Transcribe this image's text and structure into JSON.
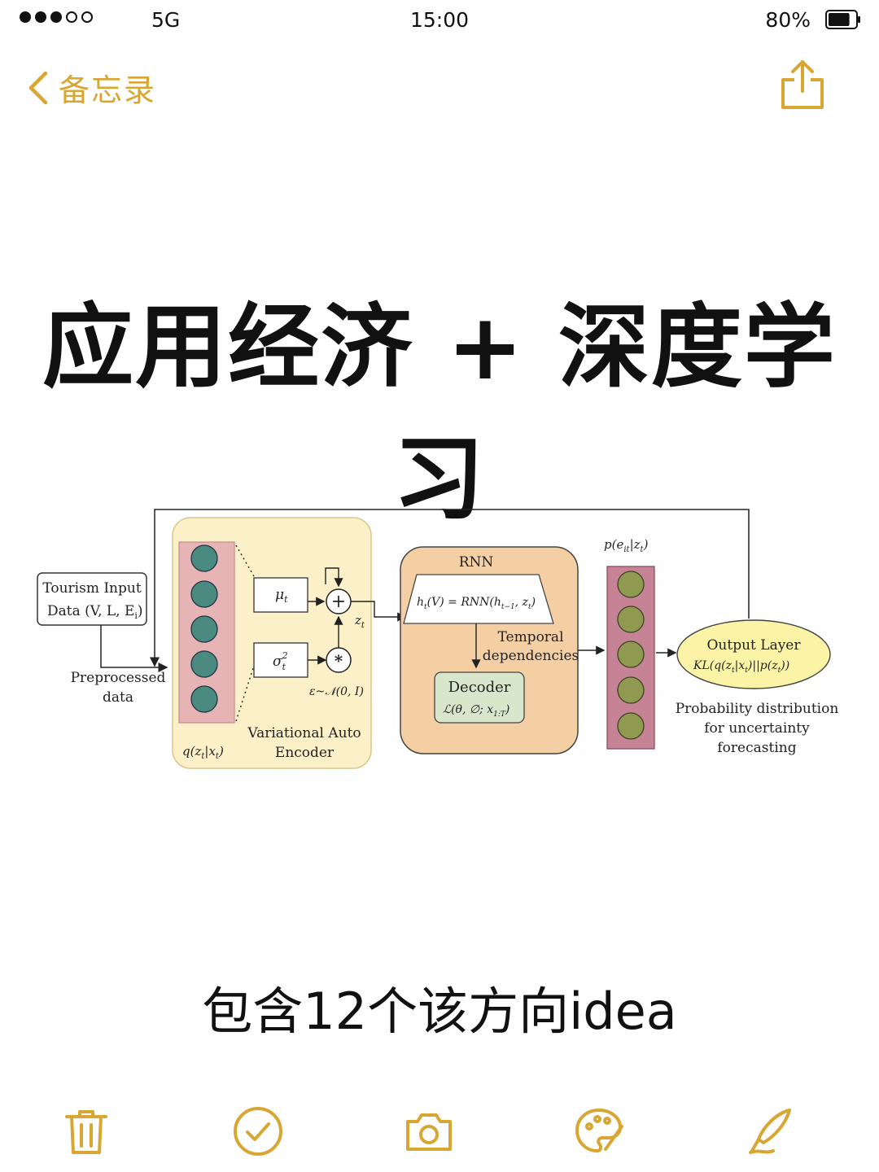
{
  "status_bar": {
    "carrier": "5G",
    "time": "15:00",
    "battery": "80%",
    "battery_level": 0.8,
    "signal_bars_filled": 3,
    "signal_bars_total": 5
  },
  "nav": {
    "back_label": "备忘录",
    "accent_color": "#d8a733"
  },
  "note": {
    "title": "应用经济 + 深度学习",
    "subtitle": "包含12个该方向idea"
  },
  "diagram": {
    "input_line1": "Tourism Input",
    "input_line2": "Data (V, L, E",
    "input_line2_sub": "i",
    "input_line2_end": ")",
    "preprocessed_line1": "Preprocessed",
    "preprocessed_line2": "data",
    "mu": "μ",
    "mu_sub": "t",
    "sigma": "σ",
    "sigma_sup": "2",
    "sigma_sub": "t",
    "plus_symbol": "+",
    "star_symbol": "*",
    "z_label": "z",
    "z_sub": "t",
    "epsilon": "ε~𝒩(0, I)",
    "q_label": "q(z",
    "q_sub": "t",
    "q_mid": "|x",
    "q_end": ")",
    "vae_line1": "Variational Auto",
    "vae_line2": "Encoder",
    "rnn_title": "RNN",
    "rnn_formula": "h",
    "rnn_formula_rest": "(V) = RNN(h",
    "rnn_formula_sub": "t−1",
    "rnn_formula_end": ", z",
    "temporal_line1": "Temporal",
    "temporal_line2": "dependencies",
    "decoder_title": "Decoder",
    "decoder_formula": "ℒ(θ, ∅; x",
    "decoder_formula_sub": "1:T",
    "decoder_formula_end": ")",
    "p_label": "p(e",
    "p_sub": "it",
    "p_mid": "|z",
    "p_end": ")",
    "output_title": "Output Layer",
    "output_formula": "KL(q(z",
    "output_formula_mid": "|x",
    "output_formula_mid2": ")||p(z",
    "output_formula_end": "))",
    "prob_line1": "Probability distribution",
    "prob_line2": "for uncertainty",
    "prob_line3": "forecasting"
  },
  "toolbar": {
    "items": [
      "delete",
      "checklist",
      "camera",
      "markup",
      "compose"
    ]
  }
}
